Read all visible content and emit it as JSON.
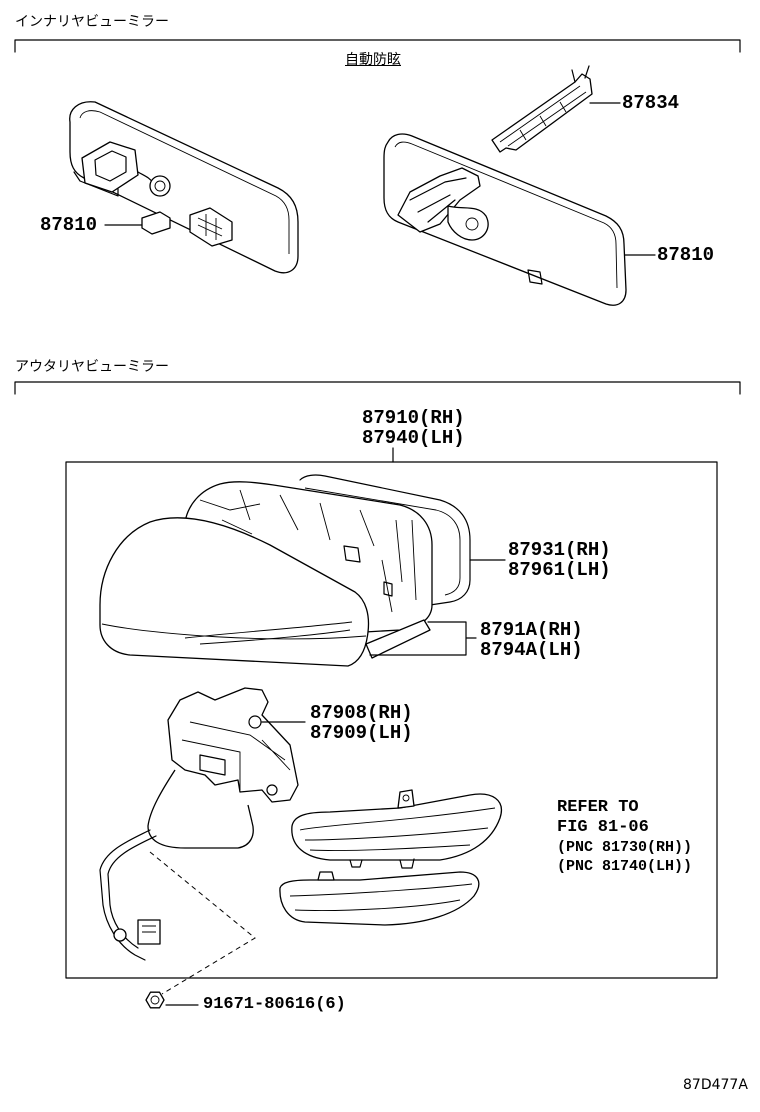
{
  "sections": [
    {
      "title": "インナリヤビューミラー"
    },
    {
      "title": "アウタリヤビューミラー"
    }
  ],
  "inner": {
    "variant_label": "自動防眩",
    "part_87834": "87834",
    "part_87810_left": "87810",
    "part_87810_right": "87810"
  },
  "outer": {
    "assembly": [
      "87910(RH)",
      "87940(LH)"
    ],
    "cover": [
      "87931(RH)",
      "87961(LH)"
    ],
    "glass": [
      "8791A(RH)",
      "8794A(LH)"
    ],
    "base": [
      "87908(RH)",
      "87909(LH)"
    ],
    "refer": [
      "REFER TO",
      "FIG 81-06",
      "(PNC 81730(RH))",
      "(PNC 81740(LH))"
    ],
    "nut": "91671-80616(6)"
  },
  "figure_code": "87D477A"
}
